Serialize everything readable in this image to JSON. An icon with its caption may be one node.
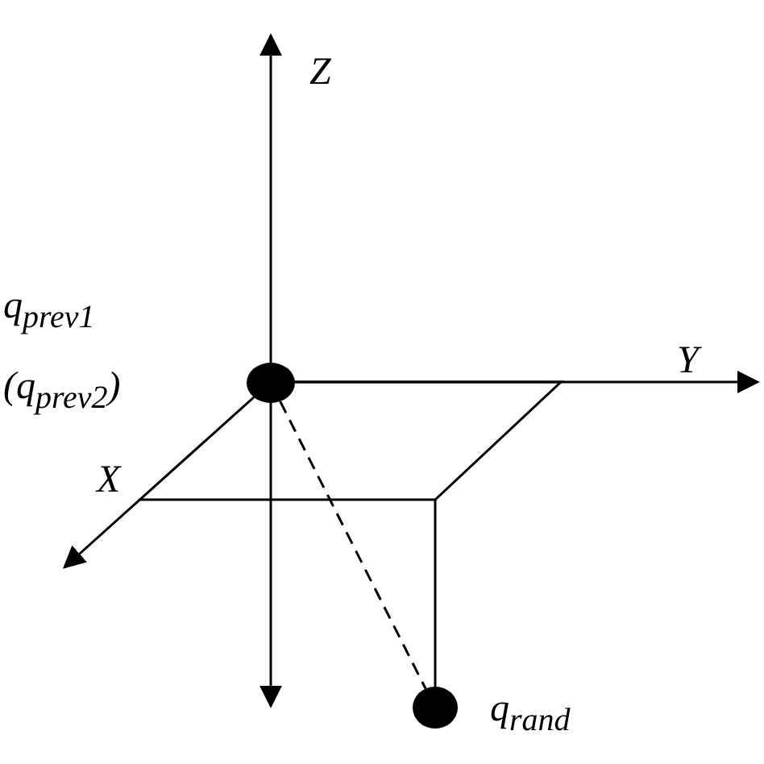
{
  "diagram": {
    "nodes": [
      {
        "text": [],
        "shape": "circle",
        "beside": [
          "q$_{prev1}$",
          "(q$_{prev2}$)"
        ]
      },
      {
        "text": [],
        "shape": "circle",
        "beside": [
          "q$_{rand}$"
        ]
      }
    ],
    "edges": [
      {
        "from": 0,
        "to": 1,
        "arrow": "none",
        "style": "dashed"
      }
    ],
    "labels": [
      "Z",
      "Y",
      "X"
    ]
  }
}
